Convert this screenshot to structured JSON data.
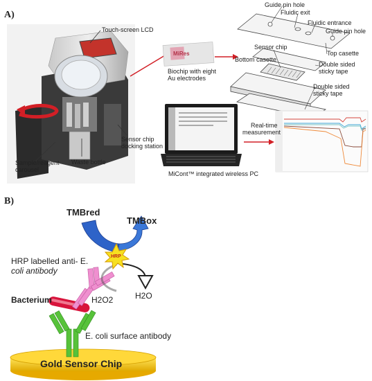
{
  "panel_a": {
    "letter": "A)",
    "instrument_labels": {
      "lcd": "Touch-screen LCD",
      "carousel_line1": "Sample/reagent",
      "carousel_line2": "carousel",
      "waste": "Waste bottle",
      "docking_line1": "Sensor chip",
      "docking_line2": "docking station"
    },
    "biochip": {
      "logo": "MiRes",
      "caption_line1": "Biochip with eight",
      "caption_line2": "Au electrodes"
    },
    "exploded_view": {
      "guide_pin_hole_top": "Guide pin hole",
      "fluidic_exit": "Fluidic exit",
      "fluidic_entrance": "Fluidic entrance",
      "guide_pin_hole_right": "Guide pin hole",
      "sensor_chip": "Sensor chip",
      "bottom_casette": "Bottom casette",
      "top_casette": "Top casette",
      "tape1_line1": "Double sided",
      "tape1_line2": "sticky tape",
      "tape2_line1": "Double sided",
      "tape2_line2": "sticky tape"
    },
    "pc_caption": "MiCont™ integrated wireless PC",
    "realtime_line1": "Real-time",
    "realtime_line2": "measurement"
  },
  "panel_b": {
    "letter": "B)",
    "tmb_red": "TMBred",
    "tmb_ox": "TMBox",
    "hrp": "HRP",
    "hrp_antibody_line1": "HRP labelled anti- E.",
    "hrp_antibody_line2": "coli antibody",
    "bacterium": "Bacterium",
    "h2o2": "H2O2",
    "h2o": "H2O",
    "surface_antibody": "E. coli surface antibody",
    "gold_chip": "Gold Sensor Chip"
  },
  "colors": {
    "arrow_red": "#d21f26",
    "gold": "#f5c400",
    "antibody_green": "#57c23a",
    "antibody_pink": "#ef8fcf",
    "bacterium_red": "#d8143c",
    "tmb_blue": "#2e63c8"
  }
}
